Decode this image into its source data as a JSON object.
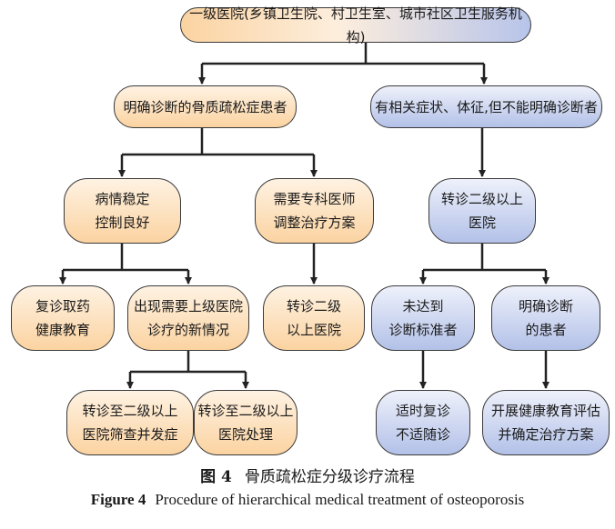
{
  "diagram": {
    "nodes": {
      "root": "一级医院(乡镇卫生院、村卫生室、城市社区卫生服务机构)",
      "diagnosed": "明确诊断的骨质疏松症患者",
      "undiagnosed": "有相关症状、体征,但不能明确诊断者",
      "stable": "病情稳定\n控制良好",
      "specialist": "需要专科医师\n调整治疗方案",
      "refer_level2": "转诊二级以上\n医院",
      "followup": "复诊取药\n健康教育",
      "new_condition": "出现需要上级医院\n诊疗的新情况",
      "refer_level2_b": "转诊二级\n以上医院",
      "not_meet": "未达到\n诊断标准者",
      "confirmed": "明确诊断\n的患者",
      "screen_complications": "转诊至二级以上\n医院筛查并发症",
      "refer_treat": "转诊至二级以上\n医院处理",
      "timely_review": "适时复诊\n不适随诊",
      "education": "开展健康教育评估\n并确定治疗方案"
    }
  },
  "caption": {
    "zh_label": "图 4",
    "zh_text": "骨质疏松症分级诊疗流程",
    "en_label": "Figure 4",
    "en_text": "Procedure of hierarchical medical treatment of osteoporosis"
  }
}
